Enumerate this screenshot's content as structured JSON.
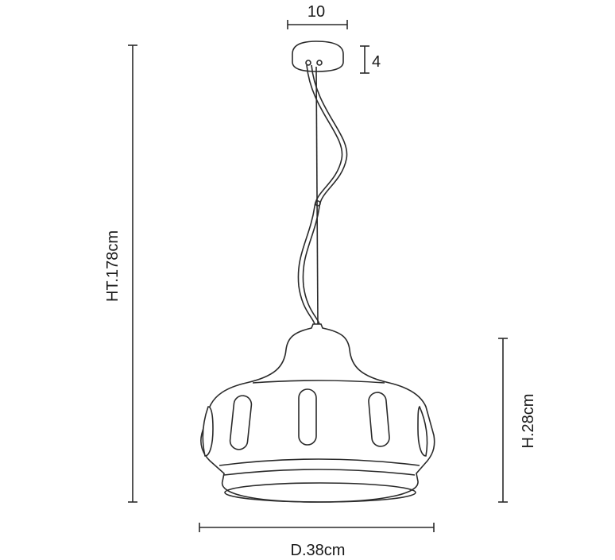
{
  "dimensions": {
    "canopy_diameter": "10",
    "canopy_height": "4",
    "overall_height": "HT.178cm",
    "shade_height": "H.28cm",
    "shade_diameter": "D.38cm"
  }
}
